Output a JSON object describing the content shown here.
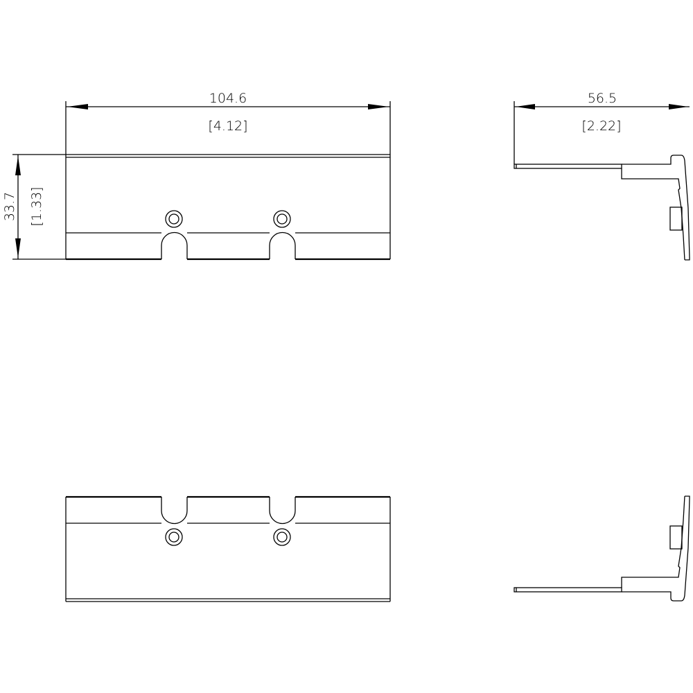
{
  "dimensions": {
    "width": {
      "mm": "104.6",
      "inch": "[4.12]"
    },
    "height": {
      "mm": "33.7",
      "inch": "[1.33]"
    },
    "depth": {
      "mm": "56.5",
      "inch": "[2.22]"
    }
  },
  "colors": {
    "line": "#000000",
    "background": "#ffffff"
  }
}
